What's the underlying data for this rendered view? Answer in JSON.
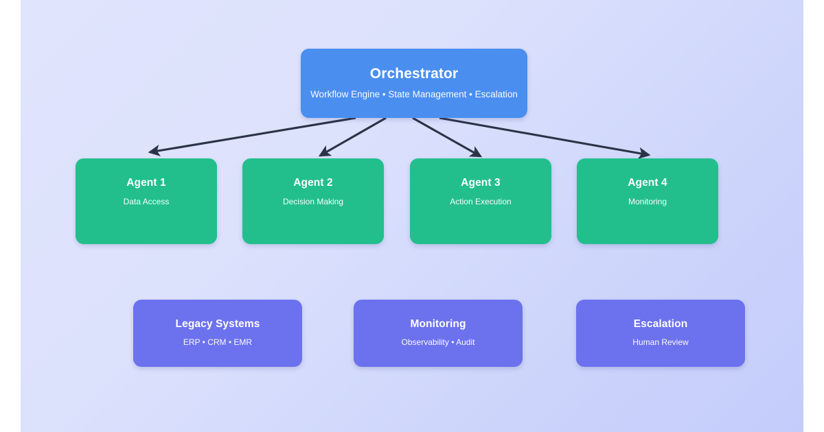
{
  "diagram": {
    "background": {
      "gradient_from": "#e0e4fd",
      "gradient_to": "#c4ccfb",
      "page_color": "#ffffff"
    },
    "orchestrator": {
      "title": "Orchestrator",
      "subtitle": "Workflow Engine • State Management • Escalation",
      "color": "#4a8ef0"
    },
    "agents": [
      {
        "title": "Agent 1",
        "subtitle": "Data Access",
        "color": "#22bf8c"
      },
      {
        "title": "Agent 2",
        "subtitle": "Decision Making",
        "color": "#22bf8c"
      },
      {
        "title": "Agent 3",
        "subtitle": "Action Execution",
        "color": "#22bf8c"
      },
      {
        "title": "Agent 4",
        "subtitle": "Monitoring",
        "color": "#22bf8c"
      }
    ],
    "support": [
      {
        "title": "Legacy Systems",
        "subtitle": "ERP • CRM • EMR",
        "color": "#6c71ee"
      },
      {
        "title": "Monitoring",
        "subtitle": "Observability • Audit",
        "color": "#6c71ee"
      },
      {
        "title": "Escalation",
        "subtitle": "Human Review",
        "color": "#6c71ee"
      }
    ],
    "connectors": {
      "color": "#2b3446",
      "count": 4,
      "style": "straight-arrow",
      "description": "Orchestrator fans out to Agent 1 through Agent 4"
    }
  }
}
